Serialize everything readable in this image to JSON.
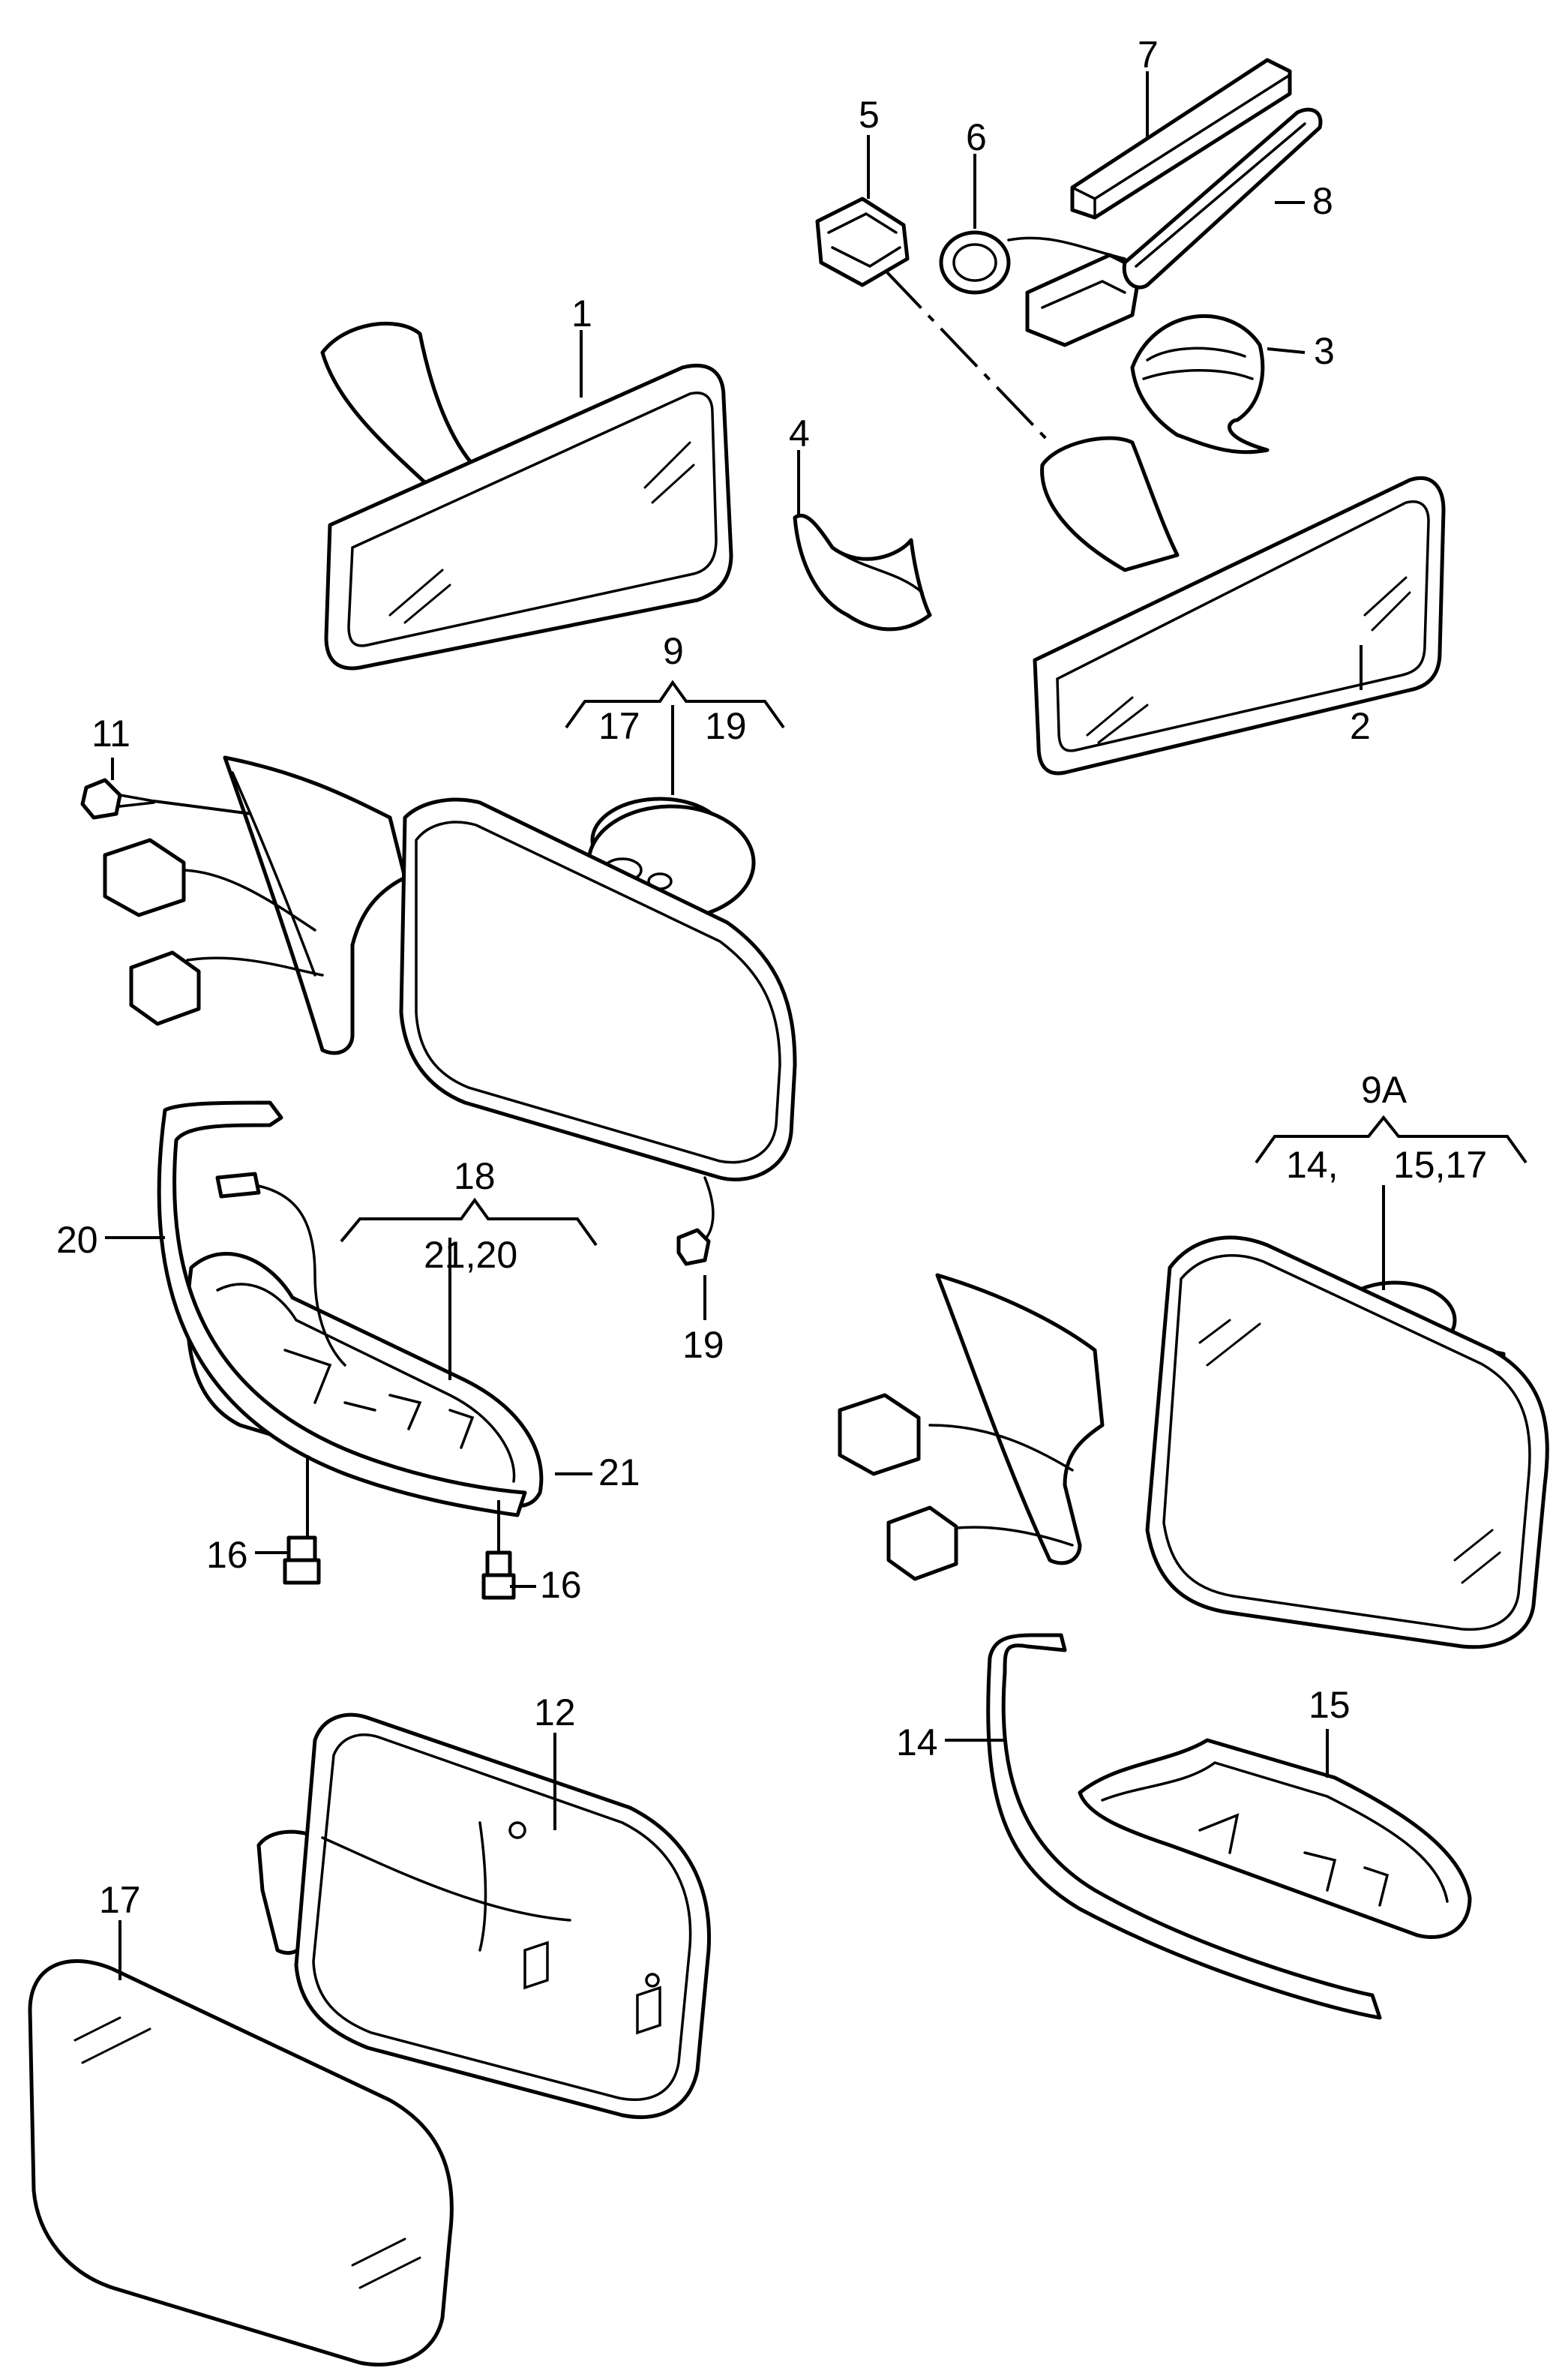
{
  "callouts": {
    "c1": "1",
    "c2": "2",
    "c3": "3",
    "c4": "4",
    "c5": "5",
    "c6": "6",
    "c7": "7",
    "c8": "8",
    "c9": "9",
    "c9_sub_a": "17",
    "c9_sub_b": "19",
    "c9A": "9A",
    "c9A_sub_a": "14,",
    "c9A_sub_b": "15,17",
    "c11": "11",
    "c12": "12",
    "c14": "14",
    "c15": "15",
    "c16a": "16",
    "c16b": "16",
    "c17": "17",
    "c18": "18",
    "c18_sub": "21,20",
    "c19": "19",
    "c20": "20",
    "c21": "21"
  }
}
